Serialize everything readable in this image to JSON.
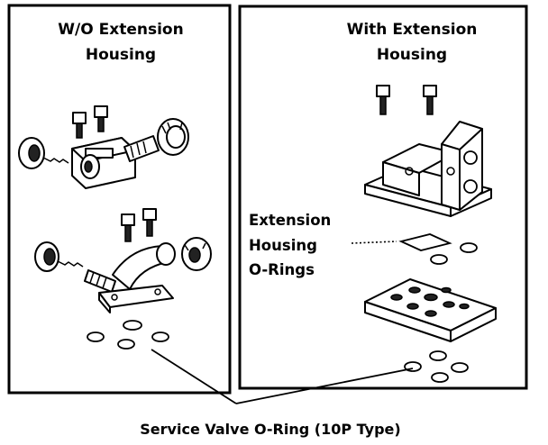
{
  "left_panel": {
    "title_line1": "W/O Extension",
    "title_line2": "Housing"
  },
  "right_panel": {
    "title_line1": "With Extension",
    "title_line2": "Housing"
  },
  "callout": {
    "line1": "Extension",
    "line2": "Housing",
    "line3": "O-Rings"
  },
  "caption": "Service Valve O-Ring (10P Type)"
}
